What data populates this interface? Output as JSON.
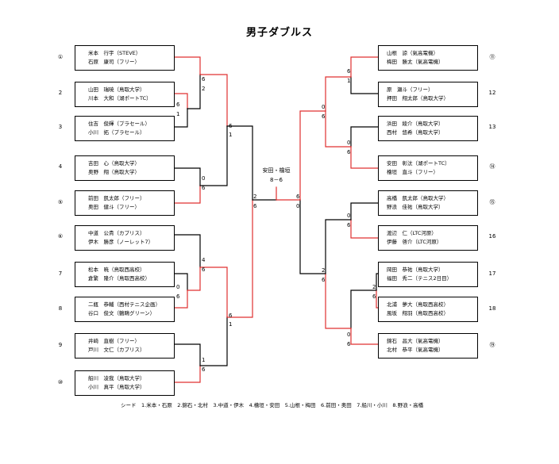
{
  "title": "男子ダブルス",
  "left_teams": [
    {
      "seed": "①",
      "p1": "米本　行宇（STEVE）",
      "p2": "石原　康司（フリー）"
    },
    {
      "seed": "2",
      "p1": "山田　瑞暁（鳥取大学）",
      "p2": "川本　大和（湖ポートTC）"
    },
    {
      "seed": "3",
      "p1": "住吉　俊輝（プラセール）",
      "p2": "小川　拓（プラセール）"
    },
    {
      "seed": "4",
      "p1": "吉田　心（鳥取大学）",
      "p2": "奥野　翔（鳥取大学）"
    },
    {
      "seed": "⑤",
      "p1": "前田　凱太郎（フリー）",
      "p2": "奥田　健斗（フリー）"
    },
    {
      "seed": "⑥",
      "p1": "中道　公貴（カプリス）",
      "p2": "伊木　勝彦（ノーレット7）"
    },
    {
      "seed": "7",
      "p1": "松本　暁（鳥取西高校）",
      "p2": "倉繁　隆介（鳥取西高校）"
    },
    {
      "seed": "8",
      "p1": "二瓶　恭輔（西村テニス企画）",
      "p2": "谷口　俊文（鶴鴎グリーン）"
    },
    {
      "seed": "9",
      "p1": "井崎　直樹（フリー）",
      "p2": "戸川　文仁（カプリス）"
    },
    {
      "seed": "⑩",
      "p1": "船川　凌我（鳥取大学）",
      "p2": "小川　真平（鳥取大学）"
    }
  ],
  "right_teams": [
    {
      "seed": "⑪",
      "p1": "山根　諒（氣高電機）",
      "p2": "梅田　勝太（氣高電機）"
    },
    {
      "seed": "12",
      "p1": "原　瀬斗（フリー）",
      "p2": "押田　翔太郎（鳥取大学）"
    },
    {
      "seed": "13",
      "p1": "浜田　綾介（鳥取大学）",
      "p2": "西村　悠希（鳥取大学）"
    },
    {
      "seed": "⑭",
      "p1": "安田　彰汰（湖ポートTC）",
      "p2": "檜垣　直斗（フリー）"
    },
    {
      "seed": "⑮",
      "p1": "高橋　凱太郎（鳥取大学）",
      "p2": "野浪　佳祐（鳥取大学）"
    },
    {
      "seed": "16",
      "p1": "渡辺　仁（LTC河原）",
      "p2": "伊藤　啓介（LTC河原）"
    },
    {
      "seed": "17",
      "p1": "岡田　恭祐（鳥取大学）",
      "p2": "福田　秀二（テニス2日目）"
    },
    {
      "seed": "18",
      "p1": "北浦　夢大（鳥取西高校）",
      "p2": "風坂　翔羽（鳥取西高校）"
    },
    {
      "seed": "⑲",
      "p1": "錦石　昌大（氣高電機）",
      "p2": "北村　恭平（氣高電機）"
    }
  ],
  "scores": {
    "l_r1_23": [
      "6",
      "1"
    ],
    "l_r2_a": [
      "6",
      "2"
    ],
    "l_r2_b": [
      "0",
      "6"
    ],
    "l_sf_top": [
      "6",
      "1"
    ],
    "l_r1_78": [
      "0",
      "6"
    ],
    "l_r2_c": [
      "4",
      "6"
    ],
    "l_r2_d": [
      "1",
      "6"
    ],
    "l_sf_bot": [
      "6",
      "1"
    ],
    "final_left": [
      "2",
      "6"
    ],
    "final_right": [
      "6",
      "0"
    ],
    "r_r2_a": [
      "6",
      "1"
    ],
    "r_r2_b": [
      "0",
      "6"
    ],
    "r_sf_top": [
      "0",
      "6"
    ],
    "r_r2_c": [
      "0",
      "6"
    ],
    "r_r1_1718": [
      "2",
      "6"
    ],
    "r_r2_d": [
      "0",
      "6"
    ],
    "r_sf_bot": [
      "2",
      "6"
    ]
  },
  "final": {
    "winner": "安田・檜垣",
    "score": "8－6"
  },
  "seeds_note": "シード　1.米本・石原　2.錦石・北村　3.中道・伊木　4.檜垣・安田　5.山根・梅田　6.前田・奥田　7.船川・小川　8.野浪・高橋",
  "colors": {
    "win": "#e03030",
    "line": "#000000"
  }
}
